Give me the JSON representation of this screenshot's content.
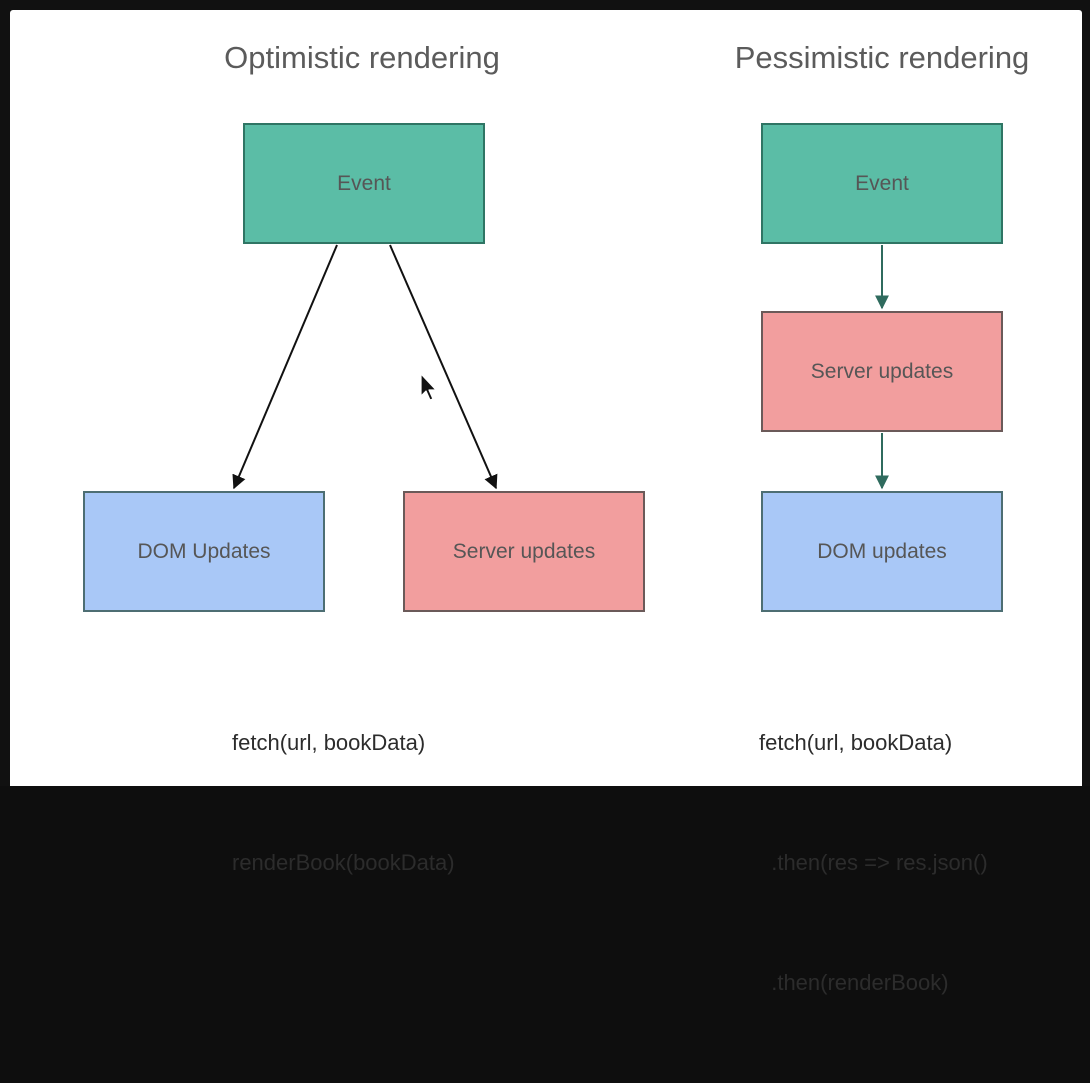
{
  "left": {
    "title": "Optimistic rendering",
    "event_label": "Event",
    "dom_label": "DOM Updates",
    "server_label": "Server updates",
    "code_lines": [
      "fetch(url, bookData)",
      "renderBook(bookData)"
    ]
  },
  "right": {
    "title": "Pessimistic rendering",
    "event_label": "Event",
    "server_label": "Server updates",
    "dom_label": "DOM updates",
    "code_lines": [
      "fetch(url, bookData)",
      "  .then(res => res.json()",
      "  .then(renderBook)"
    ]
  },
  "colors": {
    "event_green": "#5bbda6",
    "server_red": "#f29e9e",
    "dom_blue": "#a9c8f7",
    "arrow_black": "#111111",
    "arrow_teal": "#2f6b5e"
  }
}
